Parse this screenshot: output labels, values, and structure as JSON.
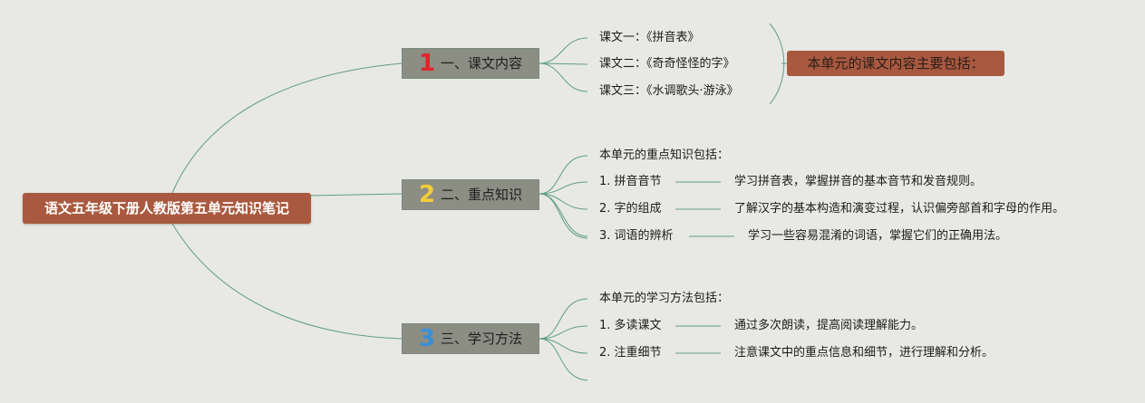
{
  "root": {
    "label": "语文五年级下册人教版第五单元知识笔记"
  },
  "branches": [
    {
      "number": "1",
      "number_color": "#e2242c",
      "label": "一、课文内容",
      "items": [
        "课文一：《拼音表》",
        "课文二：《奇奇怪怪的字》",
        "课文三：《水调歌头·游泳》"
      ],
      "summary": "本单元的课文内容主要包括："
    },
    {
      "number": "2",
      "number_color": "#f2cd3a",
      "label": "二、重点知识",
      "intro": "本单元的重点知识包括：",
      "points": [
        {
          "label": "1. 拼音音节",
          "detail": "学习拼音表，掌握拼音的基本音节和发音规则。"
        },
        {
          "label": "2. 字的组成",
          "detail": "了解汉字的基本构造和演变过程，认识偏旁部首和字母的作用。"
        },
        {
          "label": "3. 词语的辨析",
          "detail": "学习一些容易混淆的词语，掌握它们的正确用法。"
        }
      ]
    },
    {
      "number": "3",
      "number_color": "#3a8fd6",
      "label": "三、学习方法",
      "intro": "本单元的学习方法包括：",
      "points": [
        {
          "label": "1. 多读课文",
          "detail": "通过多次朗读，提高阅读理解能力。"
        },
        {
          "label": "2. 注重细节",
          "detail": "注意课文中的重点信息和细节，进行理解和分析。"
        }
      ]
    }
  ],
  "colors": {
    "link": "#5f9e86",
    "root_fill": "#a9593f",
    "branch_fill": "#8c8d83"
  }
}
